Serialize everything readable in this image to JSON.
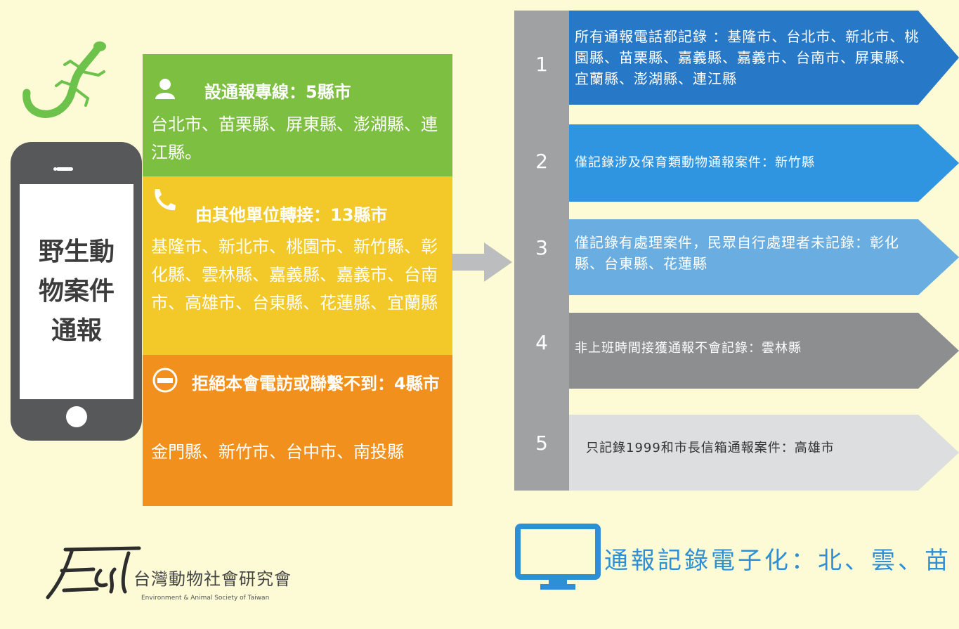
{
  "phone": {
    "title": "野生動物案件通報"
  },
  "blocks": {
    "green": {
      "title": "設通報專線：5縣市",
      "body": "台北市、苗栗縣、屏東縣、澎湖縣、連江縣。",
      "color": "#7dbf40",
      "icon": "person-icon"
    },
    "yellow": {
      "title": "由其他單位轉接：13縣市",
      "body": "基隆市、新北市、桃園市、新竹縣、彰化縣、雲林縣、嘉義縣、嘉義市、台南市、高雄市、台東縣、花蓮縣、宜蘭縣",
      "color": "#f2c928",
      "icon": "phone-handset-icon"
    },
    "orange": {
      "title": "拒絕本會電訪或聯繫不到：4縣市",
      "body": "金門縣、新竹市、台中市、南投縣",
      "color": "#f2901e",
      "icon": "no-entry-icon"
    }
  },
  "list": [
    {
      "num": "1",
      "text": "所有通報電話都記錄 ：基隆市、台北市、新北市、桃園縣、苗栗縣、嘉義縣、嘉義市、台南市、屏東縣、宜蘭縣、澎湖縣、連江縣",
      "color": "#2878c8"
    },
    {
      "num": "2",
      "text": "僅記錄涉及保育類動物通報案件：新竹縣",
      "color": "#3095e0"
    },
    {
      "num": "3",
      "text": "僅記錄有處理案件，民眾自行處理者未記錄：彰化縣、台東縣、花蓮縣",
      "color": "#6aade0"
    },
    {
      "num": "4",
      "text": "非上班時間接獲通報不會記錄：雲林縣",
      "color": "#8d8e90"
    },
    {
      "num": "5",
      "text": "只記錄1999和市長信箱通報案件：高雄市",
      "color": "#dcdedf"
    }
  ],
  "bottom": {
    "text": "通報記錄電子化：北、雲、苗",
    "color": "#2d8fd6"
  },
  "logo": {
    "script": "East",
    "name": "台灣動物社會研究會",
    "english": "Environment & Animal Society of Taiwan"
  }
}
